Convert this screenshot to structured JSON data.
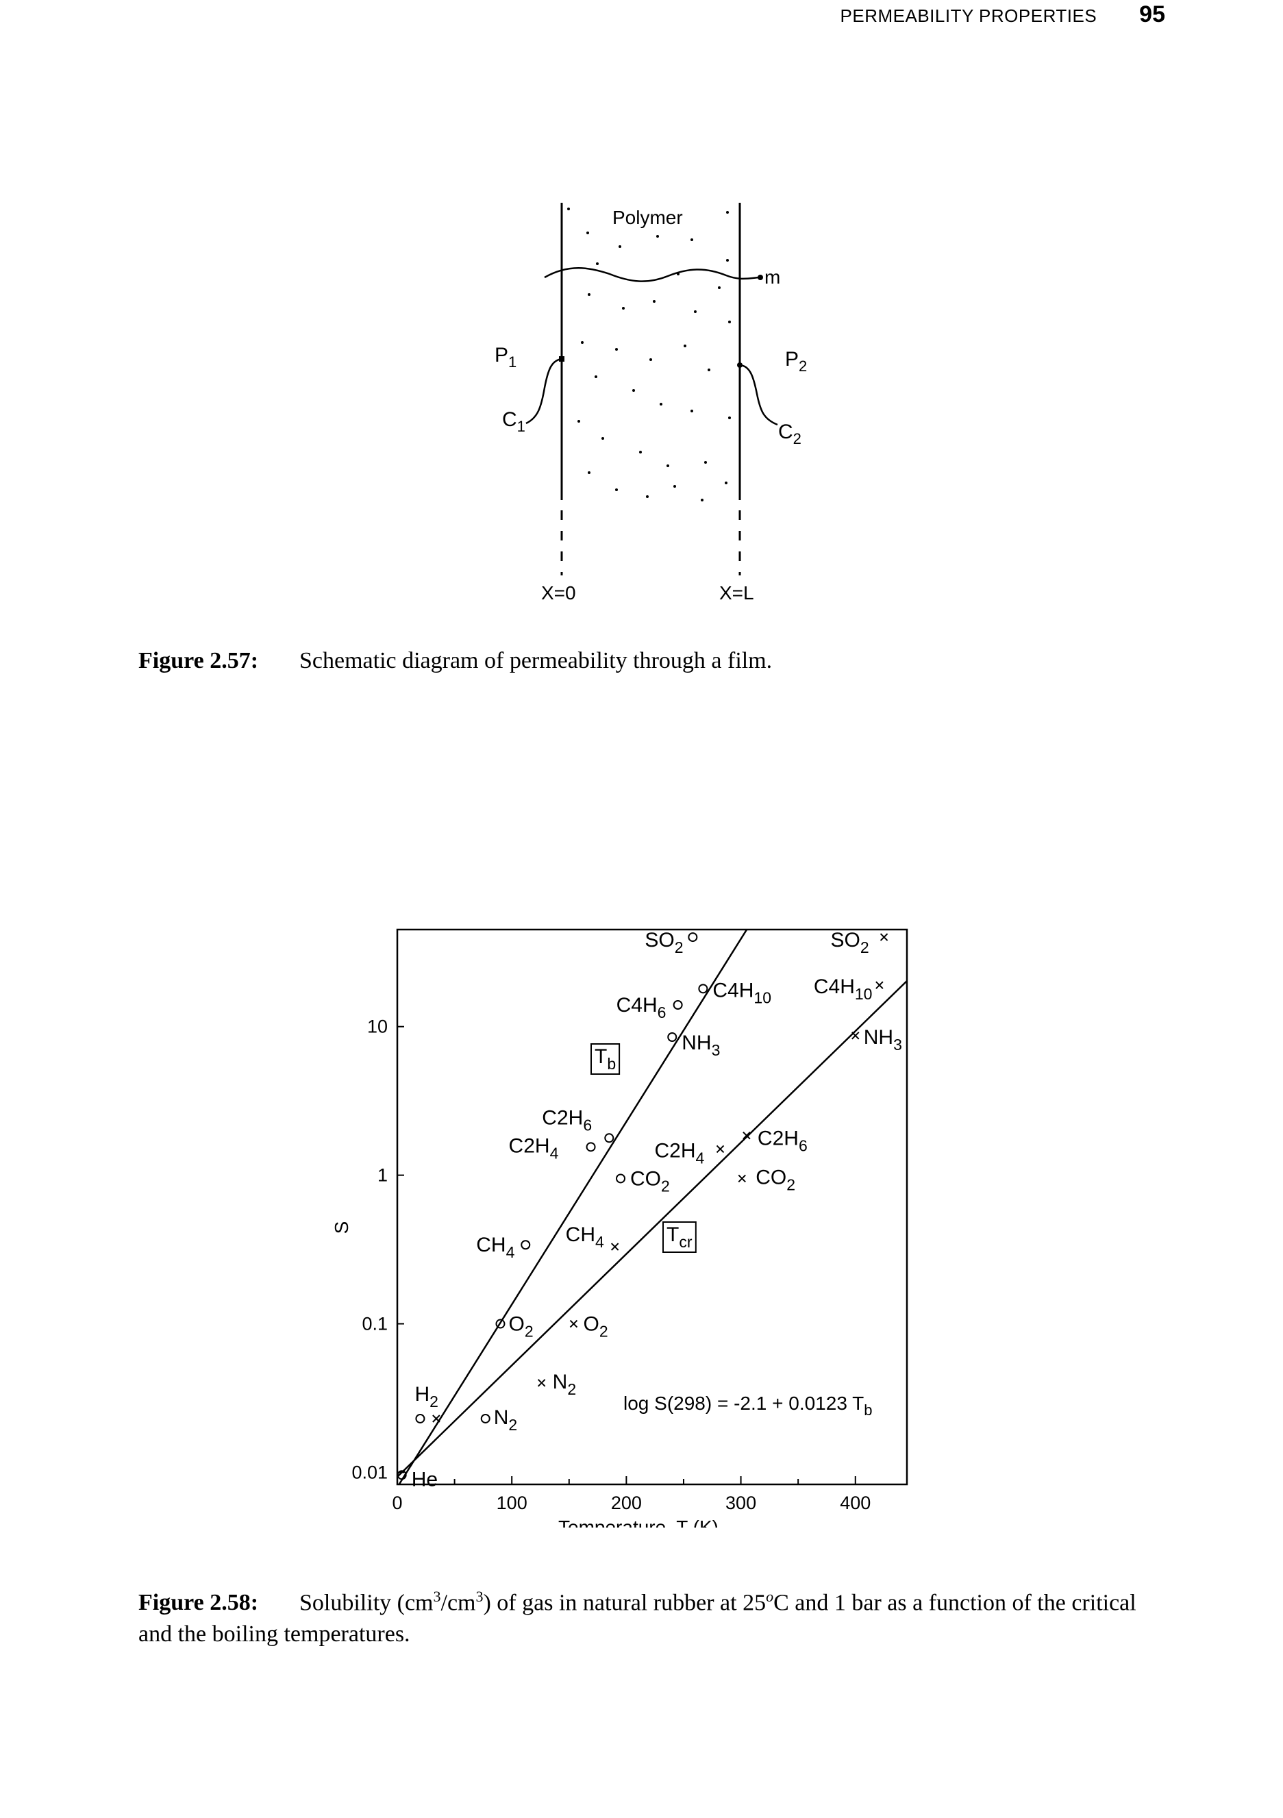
{
  "header": {
    "running_title": "PERMEABILITY PROPERTIES",
    "page_number": "95"
  },
  "figure1": {
    "label_polymer": "Polymer",
    "label_m": "m",
    "label_p1": "P",
    "label_p1_sub": "1",
    "label_p2": "P",
    "label_p2_sub": "2",
    "label_c1": "C",
    "label_c1_sub": "1",
    "label_c2": "C",
    "label_c2_sub": "2",
    "label_x0": "X=0",
    "label_xl": "X=L",
    "caption_label": "Figure 2.57:",
    "caption_text": "Schematic diagram of permeability through a film."
  },
  "figure2": {
    "caption_label": "Figure 2.58:",
    "caption_text_1": "Solubility (cm",
    "caption_sup_1": "3",
    "caption_text_2": "/cm",
    "caption_sup_2": "3",
    "caption_text_3": ") of gas in natural rubber at 25",
    "caption_sup_3": "o",
    "caption_text_4": "C and 1 bar as a function of the critical and the boiling temperatures."
  },
  "chart_data": {
    "type": "scatter",
    "xlabel": "Temperature, T  (K)",
    "ylabel": "S",
    "xlim": [
      0,
      445
    ],
    "ylim": [
      0.0083,
      45
    ],
    "y_scale": "log",
    "x_ticks": [
      0,
      100,
      200,
      300,
      400
    ],
    "y_ticks": [
      0.01,
      0.1,
      1,
      10
    ],
    "y_tick_labels": [
      "0.01",
      "0.1",
      "1",
      "10"
    ],
    "annotation": {
      "text": "log S(298) = -2.1 + 0.0123 T",
      "sub": "b"
    },
    "line_labels": {
      "tb": "b",
      "tb_main": "T",
      "tcr": "cr",
      "tcr_main": "T"
    },
    "fit_lines": {
      "tb": {
        "slope": 0.0123,
        "intercept": -2.1
      },
      "tcr": {
        "slope": 0.0075,
        "intercept": -2.03
      }
    },
    "series": [
      {
        "marker": "circle",
        "points": [
          {
            "label": "He",
            "x": 4,
            "y": 0.0096,
            "label_main": "He",
            "label_sub": ""
          },
          {
            "label": "H2",
            "x": 20,
            "y": 0.023,
            "label_main": "H",
            "label_sub": "2"
          },
          {
            "label": "N2",
            "x": 77,
            "y": 0.023,
            "label_main": "N",
            "label_sub": "2"
          },
          {
            "label": "O2",
            "x": 90,
            "y": 0.1,
            "label_main": "O",
            "label_sub": "2"
          },
          {
            "label": "CH4",
            "x": 112,
            "y": 0.34,
            "label_main": "CH",
            "label_sub": "4"
          },
          {
            "label": "CO2",
            "x": 195,
            "y": 0.95,
            "label_main": "CO",
            "label_sub": "2"
          },
          {
            "label": "C2H4",
            "x": 169,
            "y": 1.55,
            "label_main": "C2H",
            "label_sub": "4"
          },
          {
            "label": "C2H6",
            "x": 185,
            "y": 1.78,
            "label_main": "C2H",
            "label_sub": "6"
          },
          {
            "label": "NH3",
            "x": 240,
            "y": 8.5,
            "label_main": "NH",
            "label_sub": "3"
          },
          {
            "label": "C4H6",
            "x": 245,
            "y": 14,
            "label_main": "C4H",
            "label_sub": "6"
          },
          {
            "label": "C4H10",
            "x": 267,
            "y": 18,
            "label_main": "C4H",
            "label_sub": "10"
          },
          {
            "label": "SO2",
            "x": 258,
            "y": 40,
            "label_main": "SO",
            "label_sub": "2"
          }
        ]
      },
      {
        "marker": "x",
        "points": [
          {
            "label": "H2",
            "x": 34,
            "y": 0.023,
            "label_main": "",
            "label_sub": ""
          },
          {
            "label": "N2",
            "x": 126,
            "y": 0.04,
            "label_main": "N",
            "label_sub": "2"
          },
          {
            "label": "O2",
            "x": 154,
            "y": 0.1,
            "label_main": "O",
            "label_sub": "2"
          },
          {
            "label": "CH4",
            "x": 190,
            "y": 0.33,
            "label_main": "CH",
            "label_sub": "4"
          },
          {
            "label": "C2H4",
            "x": 282,
            "y": 1.5,
            "label_main": "C2H",
            "label_sub": "4"
          },
          {
            "label": "C2H6",
            "x": 305,
            "y": 1.85,
            "label_main": "C2H",
            "label_sub": "6"
          },
          {
            "label": "CO2",
            "x": 301,
            "y": 0.95,
            "label_main": "CO",
            "label_sub": "2"
          },
          {
            "label": "NH3",
            "x": 400,
            "y": 8.7,
            "label_main": "NH",
            "label_sub": "3"
          },
          {
            "label": "C4H10",
            "x": 421,
            "y": 19,
            "label_main": "C4H",
            "label_sub": "10"
          },
          {
            "label": "SO2",
            "x": 425,
            "y": 40,
            "label_main": "SO",
            "label_sub": "2"
          }
        ]
      }
    ]
  }
}
